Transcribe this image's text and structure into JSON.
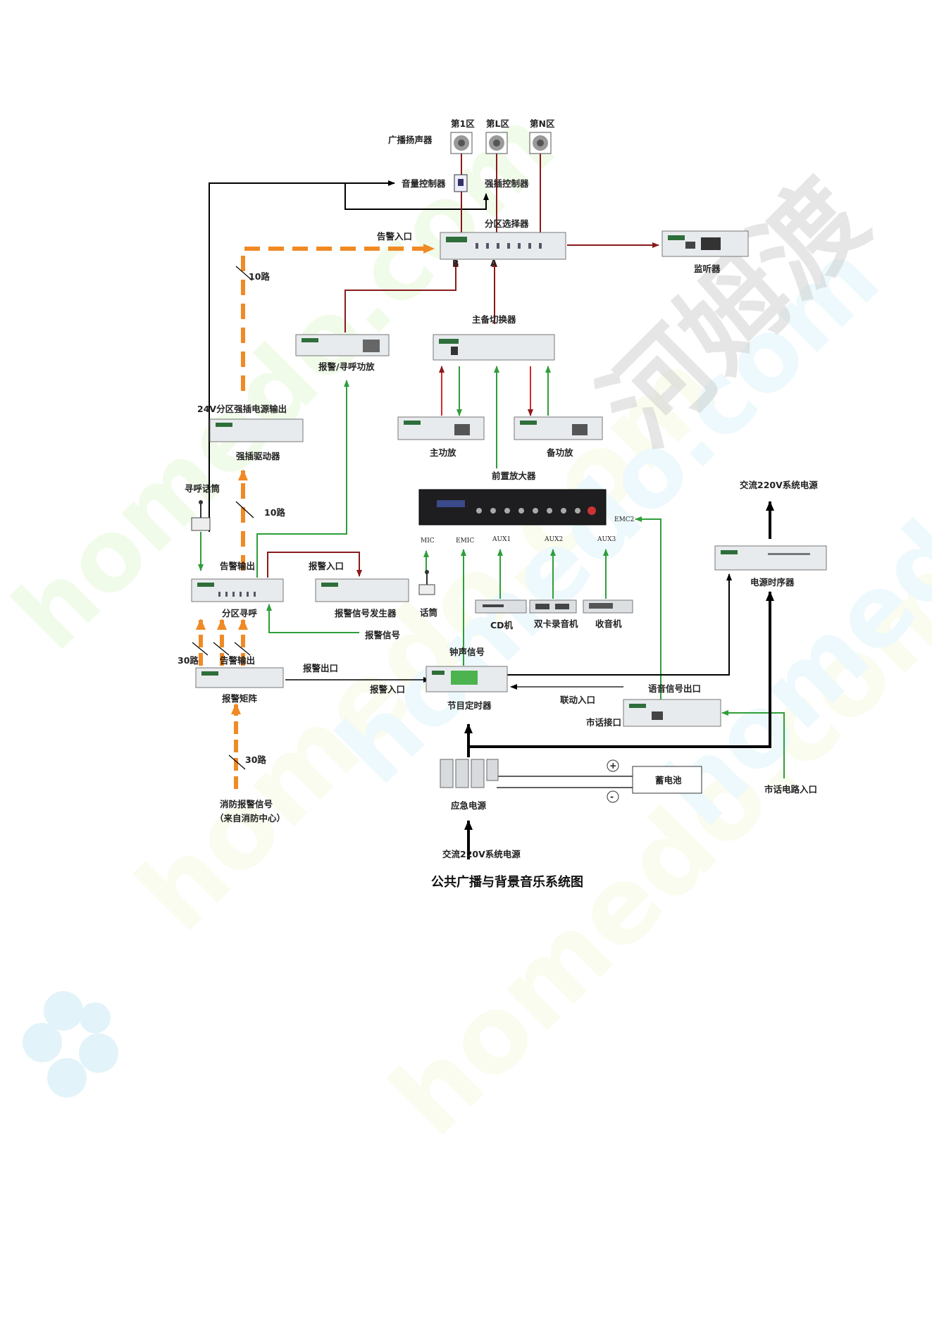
{
  "title": "公共广播与背景音乐系统图",
  "watermark": {
    "latin": "homedo.com",
    "cjk": "河姆渡"
  },
  "colors": {
    "red": "#8b1a1a",
    "green": "#2e9e3a",
    "orange": "#f08a24",
    "black": "#000000"
  },
  "devices": {
    "speakers_label": "广播扬声器",
    "zone1": "第1区",
    "zoneL": "第L区",
    "zoneN": "第N区",
    "volume_ctrl": "音量控制器",
    "force_ctrl": "强插控制器",
    "zone_selector": "分区选择器",
    "port_b": "B",
    "port_a": "A",
    "monitor": "监听器",
    "alarm_input_top": "告警入口",
    "route_10_top": "10路",
    "master_switch": "主备切换器",
    "alarm_paging_amp": "报警/寻呼功放",
    "main_amp": "主功放",
    "backup_amp": "备功放",
    "power_24v_label": "24V分区强插电源输出",
    "force_driver": "强插驱动器",
    "preamp": "前置放大器",
    "paging_mic": "寻呼话筒",
    "route_10_mid": "10路",
    "alarm_output_1": "告警输出",
    "alarm_input_mid": "报警入口",
    "zone_paging": "分区寻呼",
    "alarm_sig_gen": "报警信号发生器",
    "alarm_signal": "报警信号",
    "mic_port": "MIC",
    "emic_port": "EMIC",
    "aux1": "AUX1",
    "aux2": "AUX2",
    "aux3": "AUX3",
    "emc2": "EMC2",
    "mic": "话筒",
    "cd": "CD机",
    "dual_tape": "双卡录音机",
    "radio": "收音机",
    "ac220_top": "交流220V系统电源",
    "power_sequencer": "电源时序器",
    "route_30_a": "30路",
    "alarm_output_2": "告警输出",
    "bell_signal": "钟声信号",
    "alarm_matrix": "报警矩阵",
    "alarm_exit": "报警出口",
    "alarm_entry": "报警入口",
    "timer": "节目定时器",
    "link_input": "联动入口",
    "phone_interface": "市话接口",
    "voice_out": "语音信号出口",
    "route_30_b": "30路",
    "fire_signal_1": "消防报警信号",
    "fire_signal_2": "（来自消防中心）",
    "battery": "蓄电池",
    "plus": "+",
    "minus": "-",
    "emergency_power": "应急电源",
    "phone_line_in": "市话电路入口",
    "ac220_bottom": "交流220V系统电源"
  }
}
